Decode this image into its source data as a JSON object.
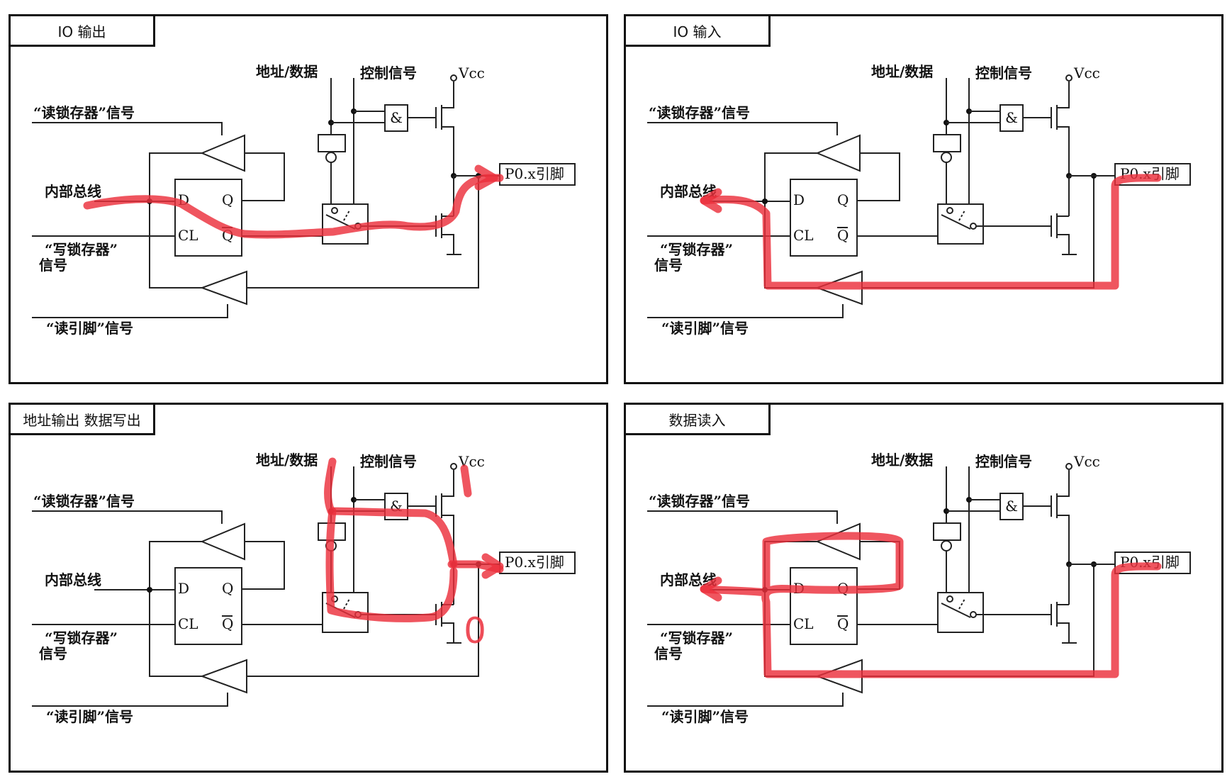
{
  "panels": [
    {
      "title": "IO 输出"
    },
    {
      "title": "IO 输入"
    },
    {
      "title": "地址输出  数据写出"
    },
    {
      "title": "数据读入"
    }
  ],
  "circuit": {
    "addr_data": "地址/数据",
    "control_signal": "控制信号",
    "vcc": "Vcc",
    "read_latch": "“读锁存器”信号",
    "internal_bus": "内部总线",
    "write_latch_1": "“写锁存器”",
    "write_latch_2": "信号",
    "read_pin": "“读引脚”信号",
    "pin": "P0.x引脚",
    "d": "D",
    "q": "Q",
    "cl": "CL",
    "qbar": "Q",
    "and_gate": "&"
  },
  "annotations": {
    "zero_mark": "0"
  }
}
